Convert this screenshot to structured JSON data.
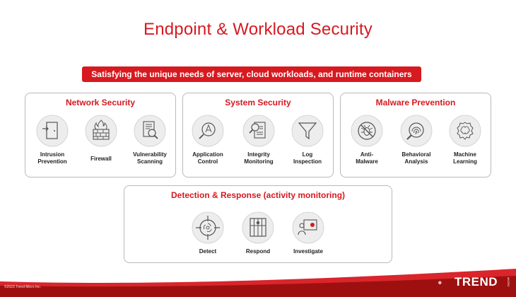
{
  "title": "Endpoint & Workload Security",
  "banner": "Satisfying the unique needs of server, cloud workloads, and runtime containers",
  "panels": {
    "network": {
      "title": "Network Security",
      "items": [
        {
          "label": "Intrusion\nPrevention",
          "icon": "door-shield-icon"
        },
        {
          "label": "Firewall",
          "icon": "firewall-icon"
        },
        {
          "label": "Vulnerability\nScanning",
          "icon": "document-scan-icon"
        }
      ]
    },
    "system": {
      "title": "System Security",
      "items": [
        {
          "label": "Application\nControl",
          "icon": "application-control-icon"
        },
        {
          "label": "Integrity\nMonitoring",
          "icon": "integrity-monitoring-icon"
        },
        {
          "label": "Log\nInspection",
          "icon": "filter-icon"
        }
      ]
    },
    "malware": {
      "title": "Malware Prevention",
      "items": [
        {
          "label": "Anti-\nMalware",
          "icon": "bug-blocked-icon"
        },
        {
          "label": "Behavioral\nAnalysis",
          "icon": "fingerprint-search-icon"
        },
        {
          "label": "Machine\nLearning",
          "icon": "brain-gear-icon"
        }
      ]
    },
    "detection": {
      "title": "Detection & Response (activity monitoring)",
      "items": [
        {
          "label": "Detect",
          "icon": "crosshair-biohazard-icon"
        },
        {
          "label": "Respond",
          "icon": "jail-bars-icon"
        },
        {
          "label": "Investigate",
          "icon": "investigator-screen-icon"
        }
      ]
    }
  },
  "footer": {
    "copyright": "©2023 Trend Micro Inc.",
    "logo_text": "TREND",
    "logo_sub": "MICRO"
  },
  "colors": {
    "accent": "#d71920",
    "circle": "#ededed",
    "line": "#555555"
  }
}
